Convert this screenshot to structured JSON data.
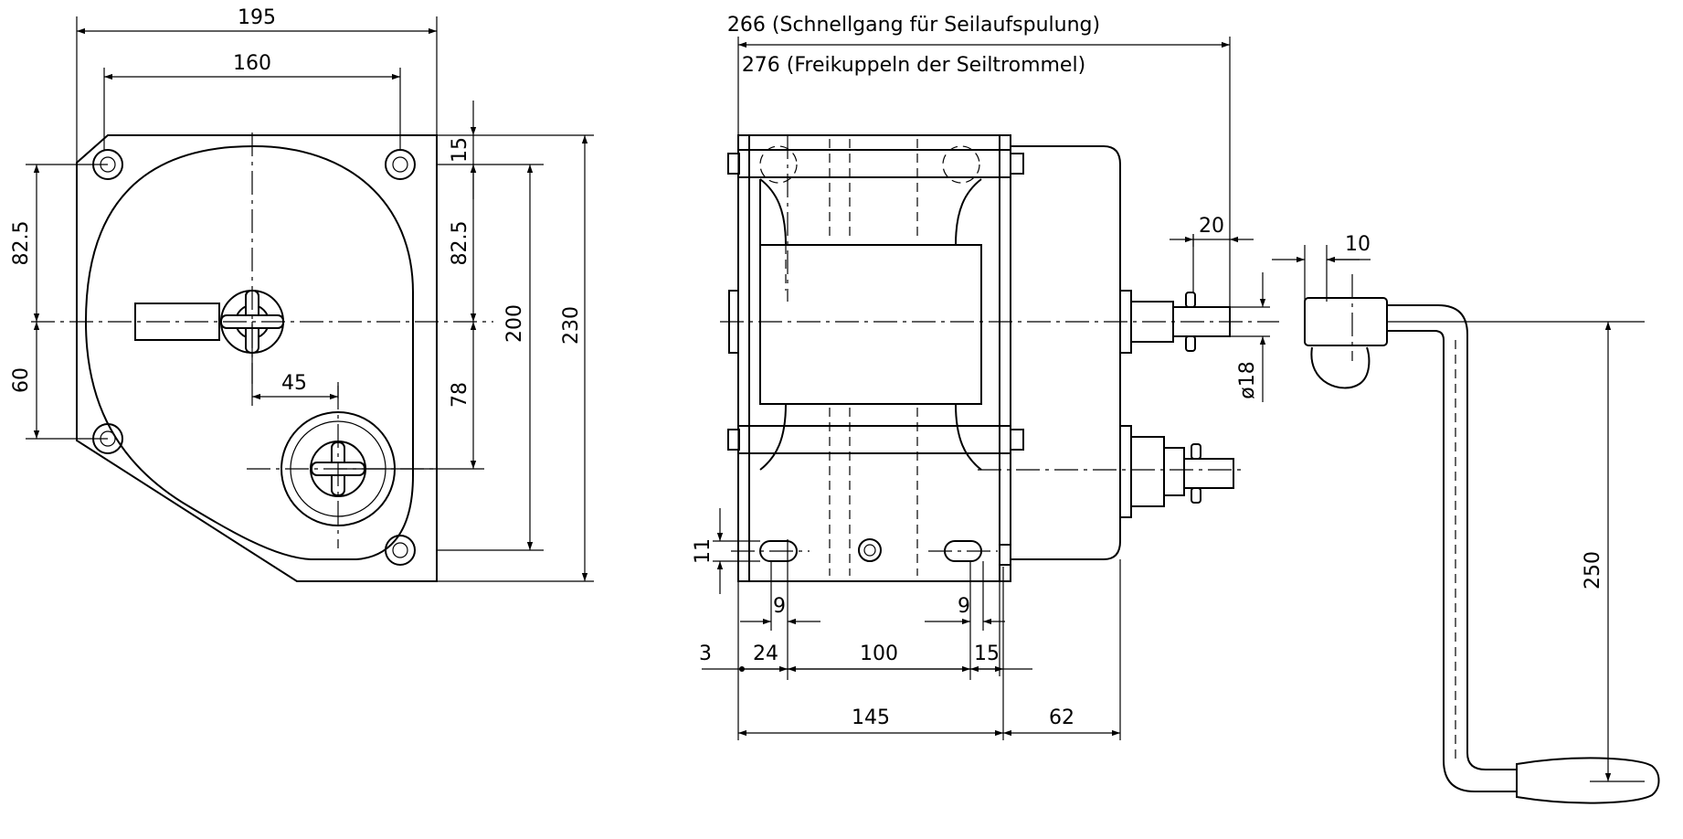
{
  "dimensions": {
    "front": {
      "d195": "195",
      "d160": "160",
      "d82_5_left": "82.5",
      "d60": "60",
      "d15": "15",
      "d82_5_right": "82.5",
      "d78": "78",
      "d200": "200",
      "d230": "230",
      "d45": "45"
    },
    "side": {
      "speed_note": "266 (Schnellgang für Seilaufspulung)",
      "freewheel_note": "276 (Freikuppeln der Seiltrommel)",
      "d11": "11",
      "d9_left": "9",
      "d9_right": "9",
      "d3": "3",
      "d24": "24",
      "d100": "100",
      "d15": "15",
      "d145": "145",
      "d62": "62",
      "d20": "20",
      "d18": "ø18"
    },
    "crank": {
      "d10": "10",
      "d250": "250"
    }
  },
  "palette": {
    "line": "#000000",
    "background": "#ffffff"
  }
}
